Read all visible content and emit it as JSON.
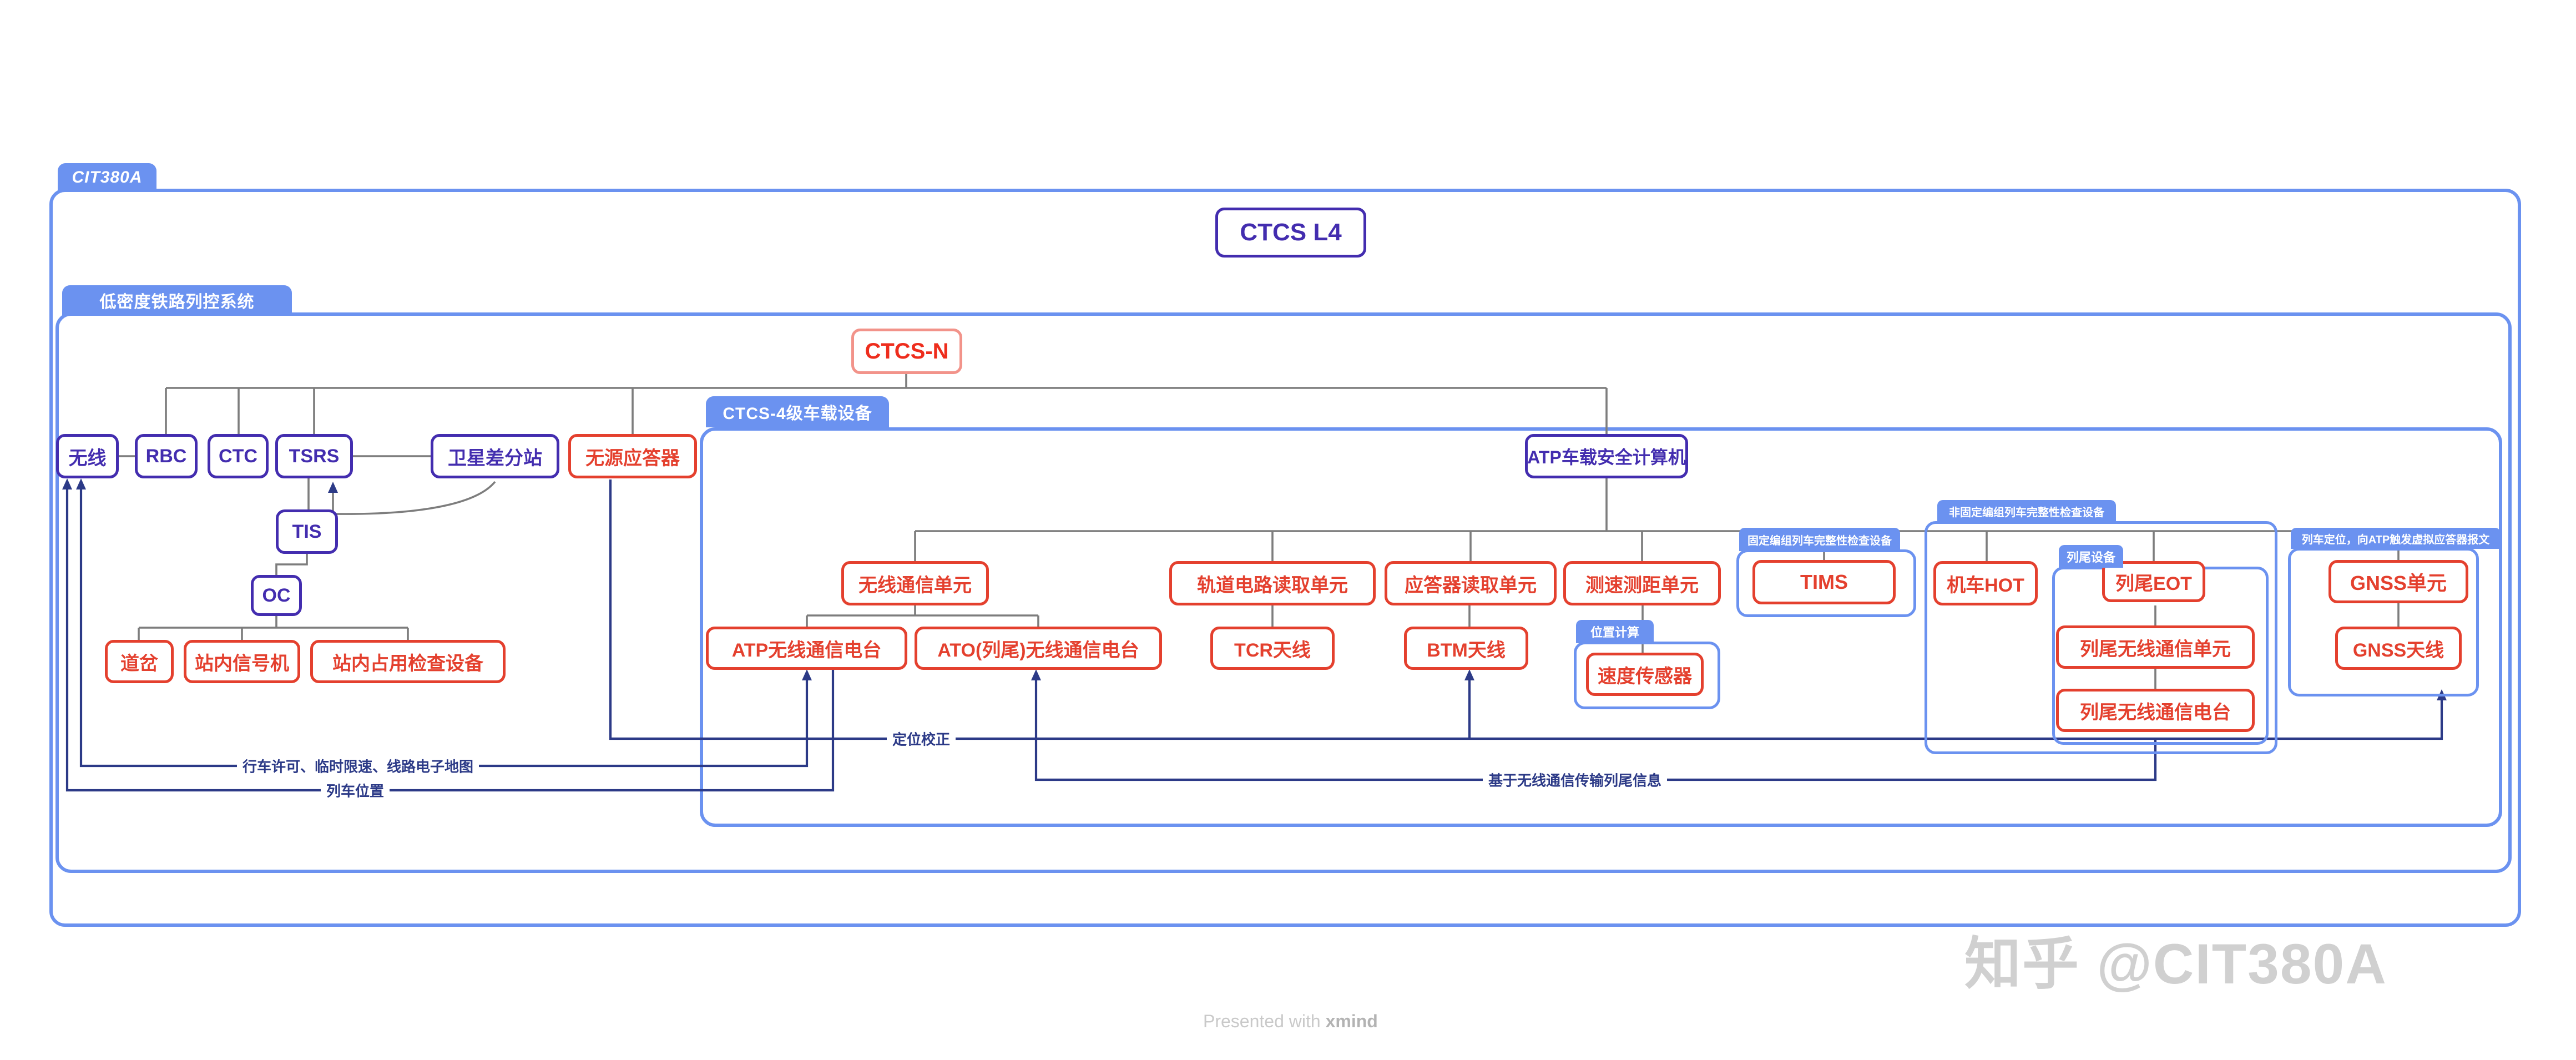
{
  "frames": {
    "outer": {
      "tab": "CIT380A"
    },
    "system": {
      "tab": "低密度铁路列控系统"
    },
    "onboard": {
      "tab": "CTCS-4级车载设备"
    }
  },
  "nodes": [
    {
      "id": "ctcs-l4",
      "label": "CTCS L4",
      "style": "indigo"
    },
    {
      "id": "ctcs-n",
      "label": "CTCS-N",
      "style": "redsoft"
    },
    {
      "id": "radio-block",
      "label": "无线",
      "style": "indigo"
    },
    {
      "id": "rbc",
      "label": "RBC",
      "style": "indigo"
    },
    {
      "id": "ctc",
      "label": "CTC",
      "style": "indigo"
    },
    {
      "id": "tsrs",
      "label": "TSRS",
      "style": "indigo"
    },
    {
      "id": "satellite-diff-station",
      "label": "卫星差分站",
      "style": "indigo"
    },
    {
      "id": "passive-balise",
      "label": "无源应答器",
      "style": "red"
    },
    {
      "id": "atp-computer",
      "label": "ATP车载安全计算机",
      "style": "indigo"
    },
    {
      "id": "tis",
      "label": "TIS",
      "style": "indigo"
    },
    {
      "id": "oc",
      "label": "OC",
      "style": "indigo"
    },
    {
      "id": "switch",
      "label": "道岔",
      "style": "red"
    },
    {
      "id": "station-signal",
      "label": "站内信号机",
      "style": "red"
    },
    {
      "id": "station-occupancy",
      "label": "站内占用检查设备",
      "style": "red"
    },
    {
      "id": "radio-comm-unit",
      "label": "无线通信单元",
      "style": "red"
    },
    {
      "id": "atp-radio",
      "label": "ATP无线通信电台",
      "style": "red"
    },
    {
      "id": "ato-radio",
      "label": "ATO(列尾)无线通信电台",
      "style": "red"
    },
    {
      "id": "track-circuit-reader",
      "label": "轨道电路读取单元",
      "style": "red"
    },
    {
      "id": "tcr-antenna",
      "label": "TCR天线",
      "style": "red"
    },
    {
      "id": "balise-reader",
      "label": "应答器读取单元",
      "style": "red"
    },
    {
      "id": "btm-antenna",
      "label": "BTM天线",
      "style": "red"
    },
    {
      "id": "speed-distance-unit",
      "label": "测速测距单元",
      "style": "red"
    },
    {
      "id": "speed-sensor",
      "label": "速度传感器",
      "style": "red"
    },
    {
      "id": "tims",
      "label": "TIMS",
      "style": "red"
    },
    {
      "id": "loco-hot",
      "label": "机车HOT",
      "style": "red"
    },
    {
      "id": "eot",
      "label": "列尾EOT",
      "style": "red"
    },
    {
      "id": "eot-radio-unit",
      "label": "列尾无线通信单元",
      "style": "red"
    },
    {
      "id": "eot-radio",
      "label": "列尾无线通信电台",
      "style": "red"
    },
    {
      "id": "gnss-unit",
      "label": "GNSS单元",
      "style": "red"
    },
    {
      "id": "gnss-antenna",
      "label": "GNSS天线",
      "style": "red"
    }
  ],
  "groups": [
    {
      "id": "pos-calc",
      "label": "位置计算"
    },
    {
      "id": "fixed-integrity",
      "label": "固定编组列车完整性检查设备"
    },
    {
      "id": "nonfixed-integrity",
      "label": "非固定编组列车完整性检查设备"
    },
    {
      "id": "eot-devices",
      "label": "列尾设备"
    },
    {
      "id": "gnss-group",
      "label": "列车定位，向ATP触发虚拟应答器报文"
    }
  ],
  "edge_labels": [
    {
      "id": "f1",
      "text": "行车许可、临时限速、线路电子地图"
    },
    {
      "id": "f2",
      "text": "列车位置"
    },
    {
      "id": "f3",
      "text": "定位校正"
    },
    {
      "id": "f4",
      "text": "基于无线通信传输列尾信息"
    }
  ],
  "footer": {
    "prefix": "Presented with ",
    "brand": "xmind"
  },
  "watermark": "知乎 @CIT380A",
  "colors": {
    "frame_blue": "#6b92f0",
    "indigo": "#432daf",
    "red": "#e4402e",
    "red_soft_border": "#f2938a",
    "connector_gray": "#7d7d7d",
    "flow_navy": "#2c3a87"
  }
}
